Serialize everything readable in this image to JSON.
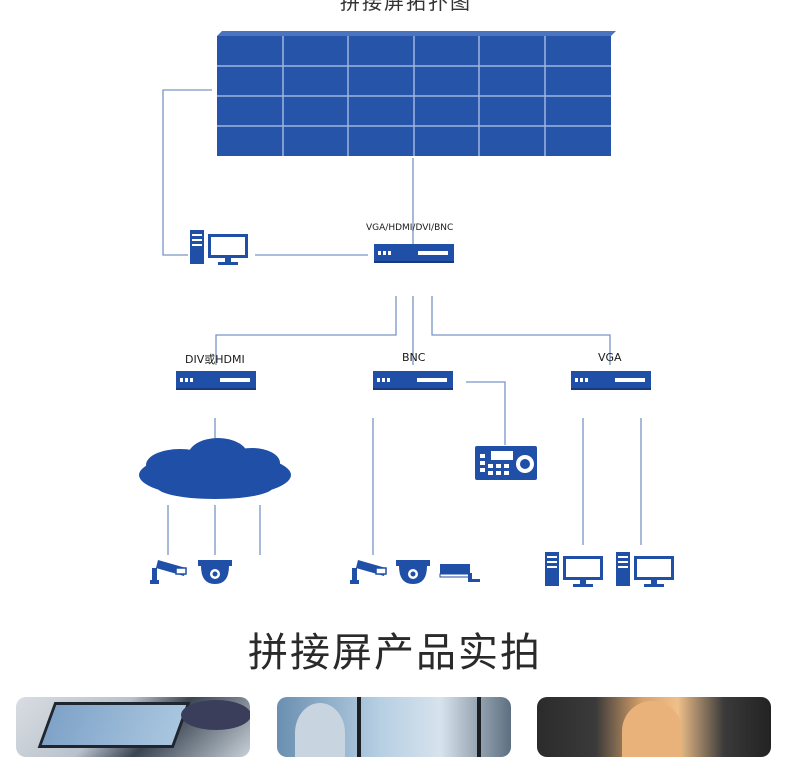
{
  "top_title": "拼接屏拓扑图",
  "diagram": {
    "main_switch_label": "VGA/HDMI/DVI/BNC",
    "branch_labels": [
      "DIV或HDMI",
      "BNC",
      "VGA"
    ]
  },
  "section_heading": "拼接屏产品实拍",
  "colors": {
    "device_blue": "#1f4fa6",
    "line_blue": "#7a94c6",
    "video_wall_blue": "#2554a8"
  },
  "icons": [
    "video-wall-icon",
    "pc-icon",
    "switch-icon",
    "cloud-icon",
    "bullet-camera-icon",
    "dome-camera-icon",
    "keyboard-controller-icon"
  ]
}
